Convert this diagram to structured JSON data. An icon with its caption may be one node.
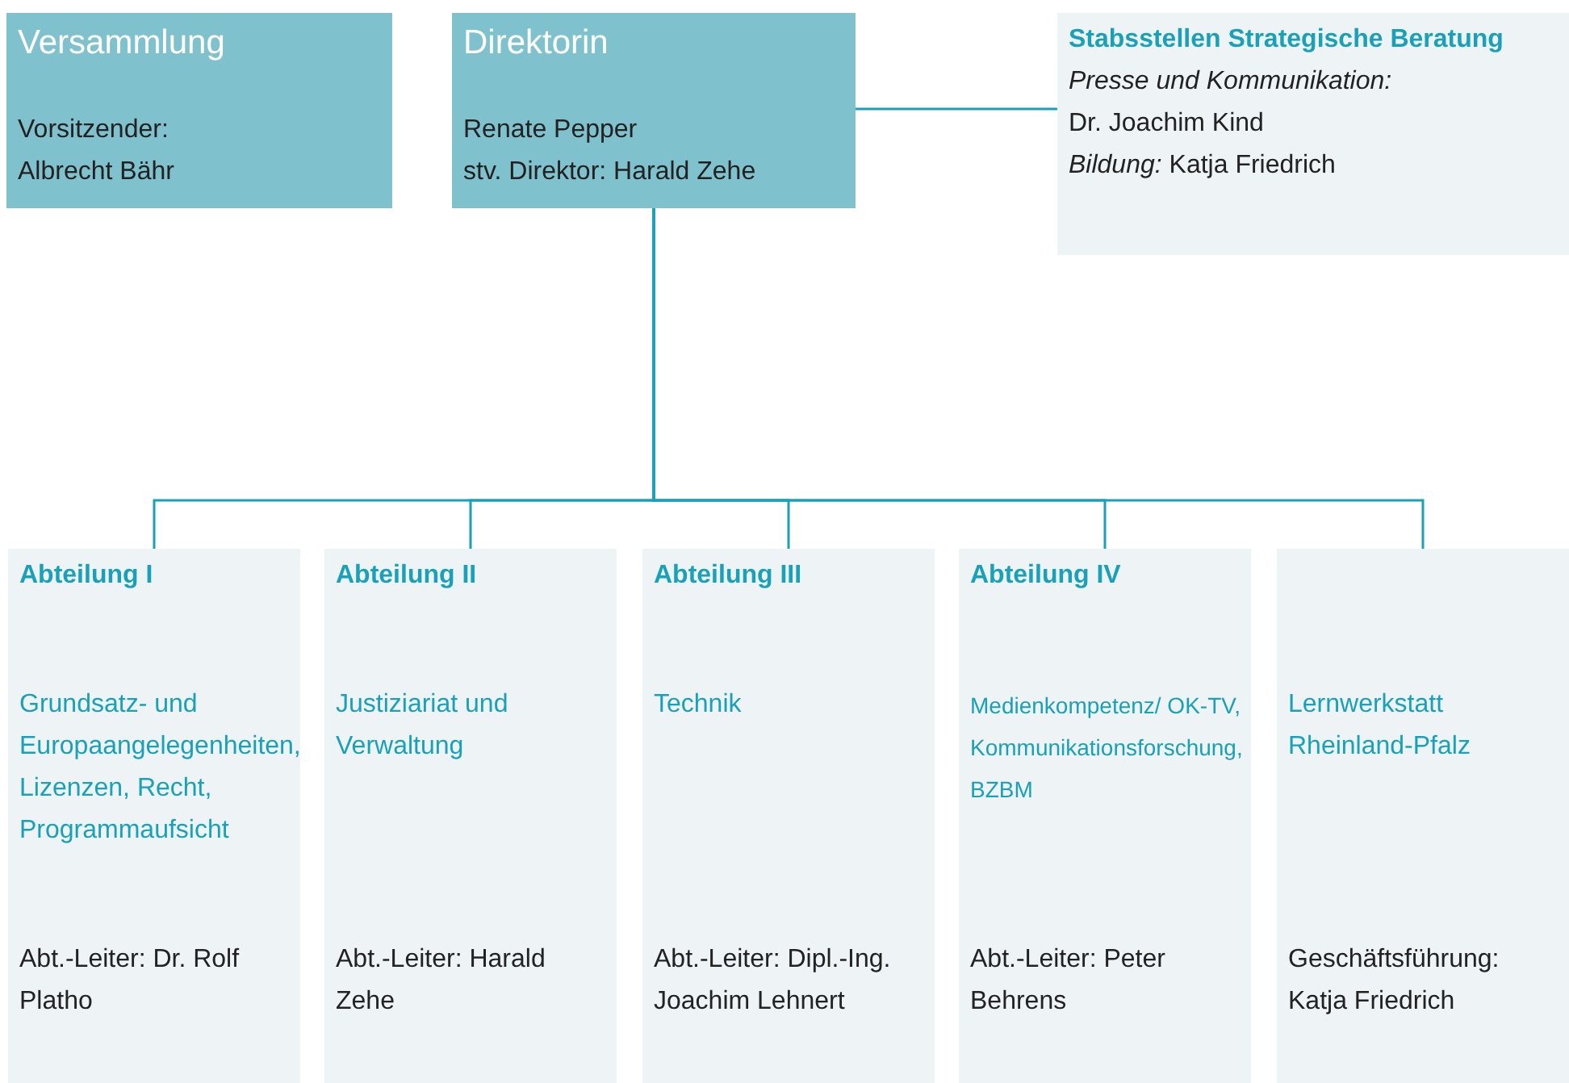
{
  "diagram": {
    "nodes": [
      {
        "text": [
          "Versammlung",
          "Vorsitzender: Albrecht Bähr"
        ]
      },
      {
        "text": [
          "Direktorin",
          "Renate Pepper",
          "stv. Direktor: Harald Zehe"
        ]
      },
      {
        "text": [
          "Stabsstellen Strategische Beratung",
          "*Presse und Kommunikation:* Dr. Joachim Kind",
          "*Bildung:* Katja Friedrich"
        ]
      },
      {
        "text": [
          "Abteilung I",
          "Grundsatz- und Europaangelegenheiten, Lizenzen, Recht, Programmaufsicht",
          "Abt.-Leiter: Dr. Rolf Platho"
        ]
      },
      {
        "text": [
          "Abteilung II",
          "Justiziariat und Verwaltung",
          "Abt.-Leiter: Harald Zehe"
        ]
      },
      {
        "text": [
          "Abteilung III",
          "Technik",
          "Abt.-Leiter: Dipl.-Ing. Joachim Lehnert"
        ]
      },
      {
        "text": [
          "Abteilung IV",
          "Medienkompetenz/ OK-TV, Kommunikationsforschung, BZBM",
          "Abt.-Leiter: Peter Behrens"
        ]
      },
      {
        "text": [
          "Lernwerkstatt Rheinland-Pfalz",
          "Geschäftsführung: Katja Friedrich"
        ]
      }
    ],
    "edges": [
      {
        "from": 1,
        "to": 2,
        "arrow": "none"
      },
      {
        "from": 1,
        "to": 3,
        "arrow": "none"
      },
      {
        "from": 1,
        "to": 4,
        "arrow": "none"
      },
      {
        "from": 1,
        "to": 5,
        "arrow": "none"
      },
      {
        "from": 1,
        "to": 6,
        "arrow": "none"
      },
      {
        "from": 1,
        "to": 7,
        "arrow": "none"
      }
    ]
  }
}
